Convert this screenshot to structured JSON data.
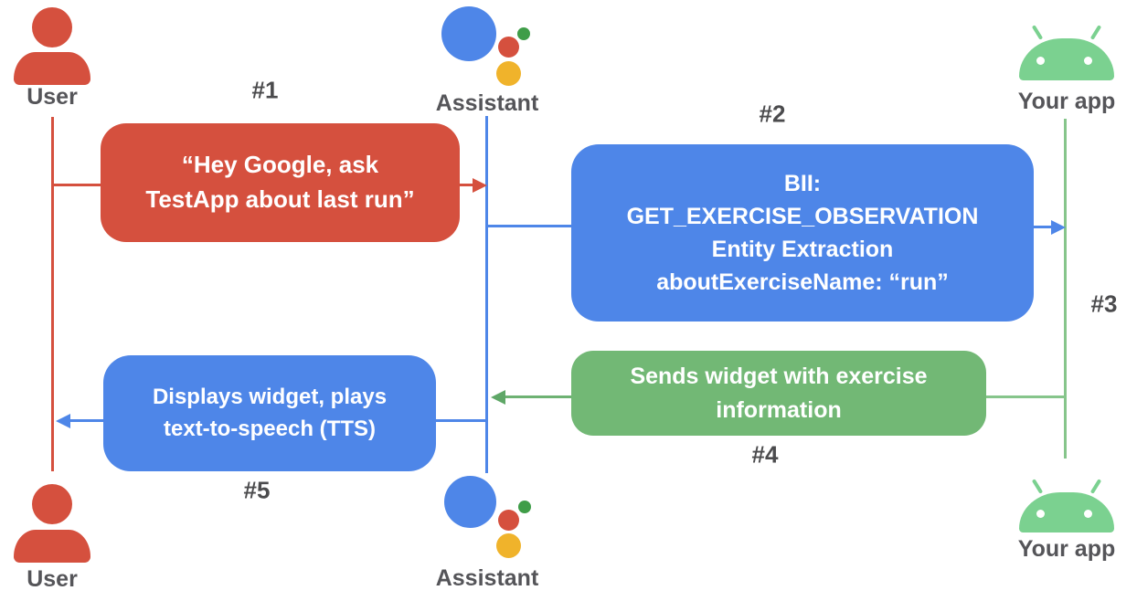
{
  "diagram": {
    "title": "Assistant App Actions sequence diagram",
    "actors": {
      "user_top": "User",
      "assistant_top": "Assistant",
      "app_top": "Your app",
      "user_bottom": "User",
      "assistant_bottom": "Assistant",
      "app_bottom": "Your app"
    },
    "icons": {
      "user": "person-icon",
      "assistant": "google-assistant-icon",
      "app": "android-icon"
    },
    "steps": {
      "s1": "#1",
      "s2": "#2",
      "s3": "#3",
      "s4": "#4",
      "s5": "#5"
    },
    "messages": {
      "m1": "“Hey Google, ask\nTestApp about last run”",
      "m2": "BII:\nGET_EXERCISE_OBSERVATION\nEntity Extraction\naboutExerciseName: “run”",
      "m4": "Sends widget with exercise\ninformation",
      "m5": "Displays widget, plays\ntext-to-speech (TTS)"
    },
    "colors": {
      "red": "#d5503e",
      "blue": "#4e86e8",
      "green_box": "#72b875",
      "green_line": "#86c58b",
      "green_arrow": "#5fa767",
      "android_green": "#7bd190",
      "assistant_yellow": "#f0b32b",
      "assistant_green": "#3f9d48",
      "label_gray": "#555559",
      "text_white": "#ffffff"
    }
  }
}
